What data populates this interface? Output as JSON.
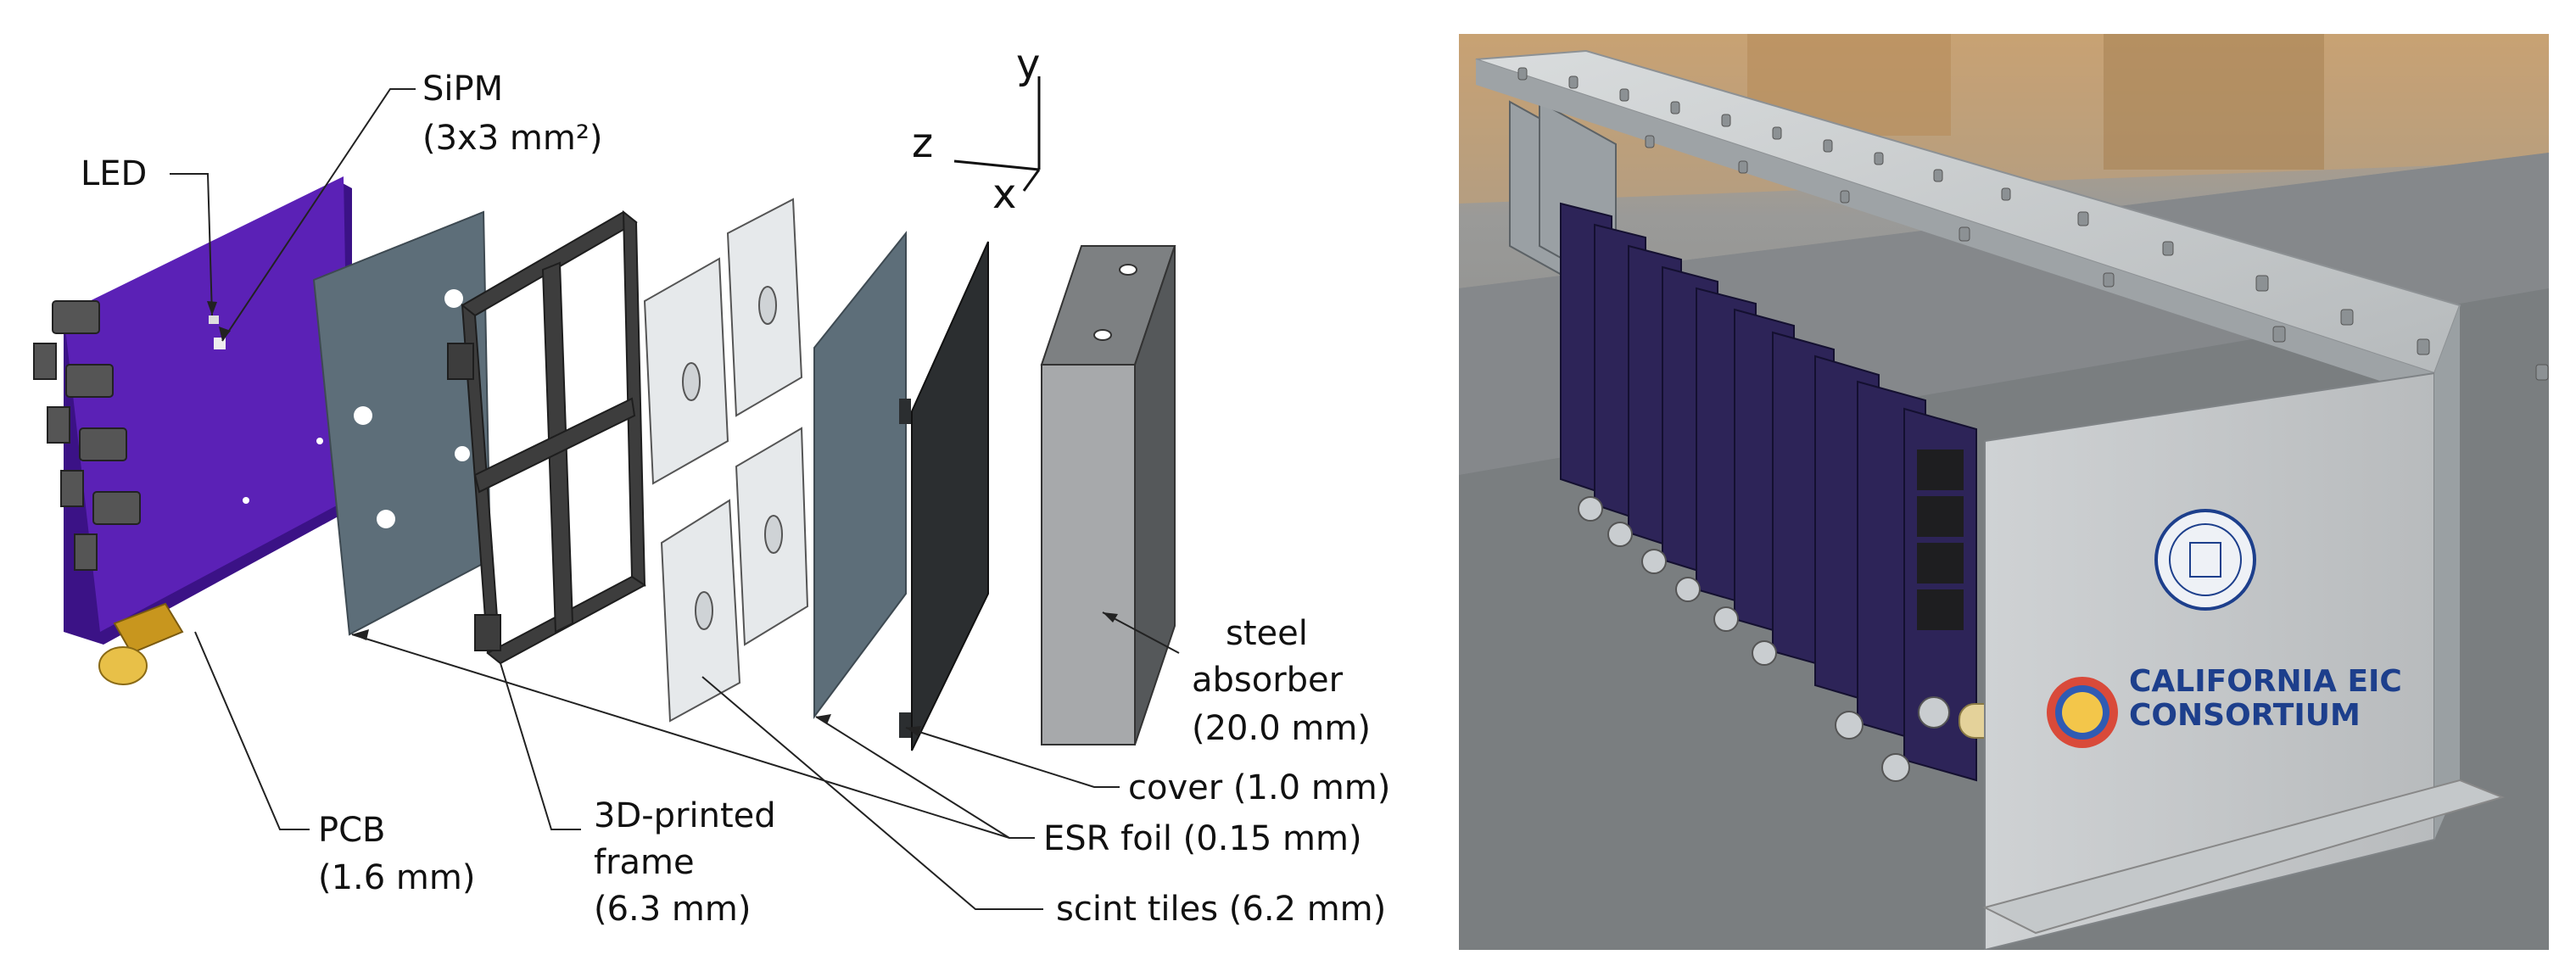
{
  "labels": {
    "sipm_line1": "SiPM",
    "sipm_line2": "(3x3 mm²)",
    "led": "LED",
    "pcb_line1": "PCB",
    "pcb_line2": "(1.6 mm)",
    "frame_line1": "3D-printed",
    "frame_line2": "frame",
    "frame_line3": "(6.3 mm)",
    "scint": "scint tiles (6.2 mm)",
    "esr": "ESR foil (0.15 mm)",
    "cover": "cover (1.0 mm)",
    "steel_line1": "steel",
    "steel_line2": "absorber",
    "steel_line3": "(20.0 mm)"
  },
  "axes": {
    "x": "x",
    "y": "y",
    "z": "z"
  },
  "photo": {
    "logo_line1": "CALIFORNIA EIC",
    "logo_line2": "CONSORTIUM"
  },
  "colors": {
    "pcb": "#5b21b6",
    "pcb_edge": "#3b1286",
    "esr": "#5d6e79",
    "frame": "#3d3d3d",
    "tile": "#e6e9eb",
    "cover": "#2b2e30",
    "steel": "#a7a9ab",
    "connector": "#d7a935"
  }
}
